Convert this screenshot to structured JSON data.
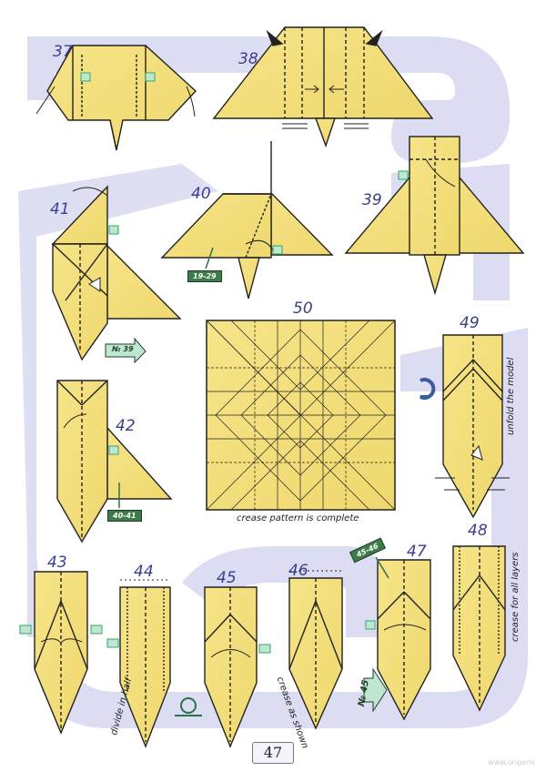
{
  "page": {
    "page_number": "47",
    "watermark": "www.origami"
  },
  "colors": {
    "paper": "#f3df7a",
    "paper_dark": "#e2c95a",
    "outline": "#222222",
    "background_band": "#dcdcf3",
    "tag_green": "#3f7a4a",
    "step_number": "#3a3f8a"
  },
  "steps": [
    {
      "number": "37"
    },
    {
      "number": "38"
    },
    {
      "number": "39"
    },
    {
      "number": "40",
      "tag": "19-29"
    },
    {
      "number": "41",
      "tag": "№ 39"
    },
    {
      "number": "42",
      "tag": "40-41"
    },
    {
      "number": "43"
    },
    {
      "number": "44",
      "caption": "divide in half"
    },
    {
      "number": "45"
    },
    {
      "number": "46",
      "caption": "crease as shown",
      "tag": "№ 45"
    },
    {
      "number": "47",
      "tag": "45-46"
    },
    {
      "number": "48",
      "caption": "crease for all layers"
    },
    {
      "number": "49",
      "caption": "unfold the model"
    },
    {
      "number": "50",
      "caption": "crease pattern is complete"
    }
  ],
  "icons": [
    "push-arrow-icon",
    "rotate-icon",
    "turn-over-icon",
    "fold-arrow-icon"
  ]
}
